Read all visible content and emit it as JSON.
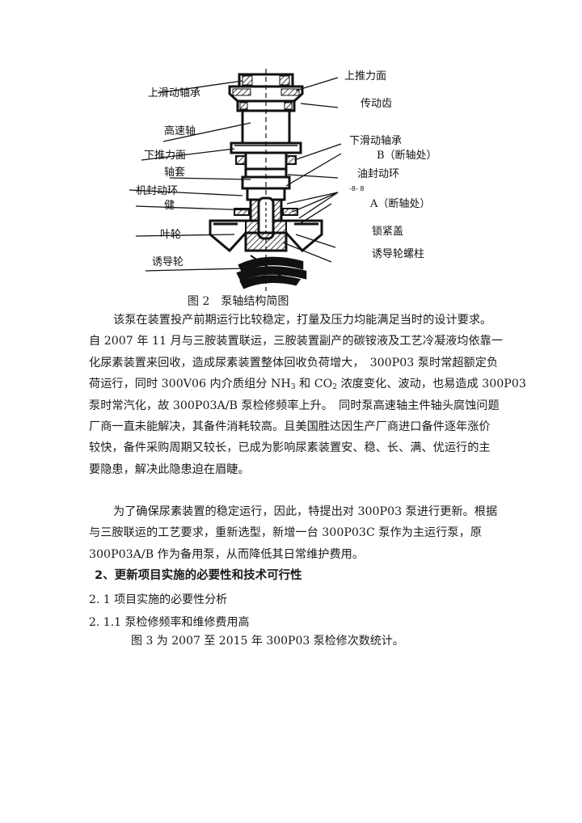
{
  "figure2": {
    "labels": {
      "upper_thrust_face": "上推力面",
      "upper_sliding_bearing": "上滑动轴承",
      "drive_gear": "传动齿",
      "high_speed_shaft": "高速轴",
      "lower_sliding_bearing": "下滑动轴承",
      "lower_thrust_face": "下推力面",
      "break_b": "B（断轴处）",
      "shaft_sleeve": "轴套",
      "oil_seal_ring": "油封动环",
      "mech_seal_ring": "机封动环",
      "key": "健",
      "break_a": "A（断轴处）",
      "impeller": "叶轮",
      "lock_cover": "锁紧盖",
      "inducer": "诱导轮",
      "inducer_stud": "诱导轮螺柱",
      "small_mark": "-8- 8"
    },
    "caption": "图 2　泵轴结构简图"
  },
  "body": {
    "p1": [
      "该泵在装置投产前期运行比较稳定，打量及压力均能满足当时的设计要求。",
      "自 2007 年 11 月与三胺装置联运，三胺装置副产的碳铵液及工艺冷凝液均依靠一",
      "化尿素装置来回收，造成尿素装置整体回收负荷增大，　300P03 泵时常超额定负",
      {
        "pre": "荷运行，同时 300V06 内介质组分 NH",
        "sub1": "3",
        "mid": " 和 CO",
        "sub2": "2",
        "post": " 浓度变化、波动，也易造成 300P03"
      },
      "泵时常汽化，故 300P03A/B 泵检修频率上升。　同时泵高速轴主件轴头腐蚀问题",
      "厂商一直未能解决，其备件消耗较高。且美国胜达因生产厂商进口备件逐年涨价",
      "较快，备件采购周期又较长，已成为影响尿素装置安、稳、长、满、优运行的主",
      "要隐患，解决此隐患迫在眉睫。"
    ],
    "p2": [
      "为了确保尿素装置的稳定运行，因此，特提出对 300P03 泵进行更新。根据",
      "与三胺联运的工艺要求，重新选型，新增一台 300P03C 泵作为主运行泵，原",
      "300P03A/B 作为备用泵，从而降低其日常维护费用。"
    ]
  },
  "section2": {
    "heading": "2、更新项目实施的必要性和技术可行性",
    "sub1": "2. 1 项目实施的必要性分析",
    "sub11": "2. 1.1  泵检修频率和维修费用高",
    "sub11_text": "图 3 为 2007 至 2015 年 300P03 泵检修次数统计。"
  }
}
